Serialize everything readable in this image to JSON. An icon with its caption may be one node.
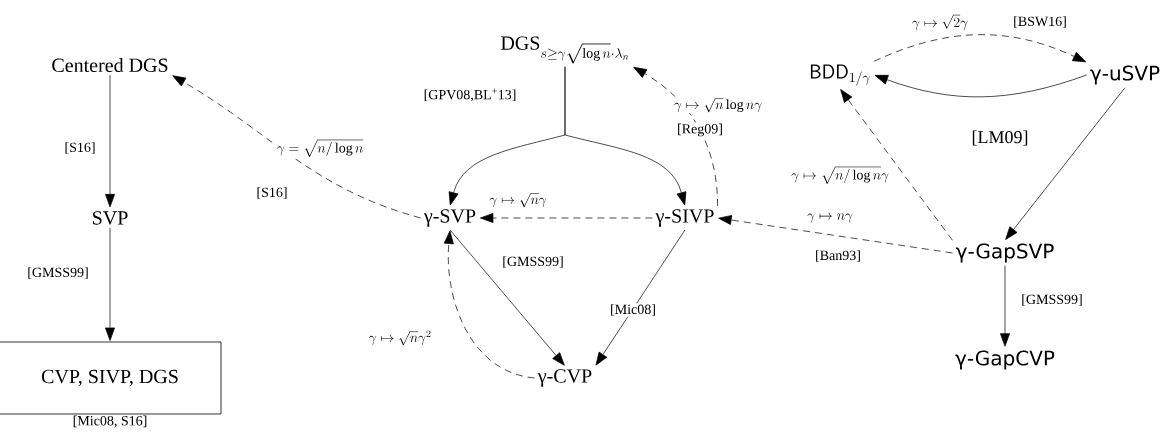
{
  "diagram": {
    "nodes": [
      {
        "text": [
          "Centered DGS"
        ]
      },
      {
        "text": [
          "SVP"
        ]
      },
      {
        "text": [
          "CVP, SIVP, DGS"
        ],
        "beside": [
          "[Mic08, S16]"
        ]
      },
      {
        "text": [
          "\\mathrm{DGS}_{s\\geq\\gamma\\sqrt{\\log n}\\cdot\\lambda_n}"
        ]
      },
      {
        "text": [
          "γ-SVP"
        ]
      },
      {
        "text": [
          "γ-SIVP"
        ]
      },
      {
        "text": [
          "γ-CVP"
        ]
      },
      {
        "text": [
          "\\mathsf{BDD}_{1/\\gamma}"
        ]
      },
      {
        "text": [
          "γ-uSVP"
        ]
      },
      {
        "text": [
          "γ-GapSVP"
        ]
      },
      {
        "text": [
          "γ-GapCVP"
        ]
      }
    ],
    "edges": [
      {
        "from": 0,
        "to": 1,
        "arrow": "to",
        "label": "[S16]"
      },
      {
        "from": 1,
        "to": 2,
        "arrow": "to",
        "label": "[GMSS99]"
      },
      {
        "from": 4,
        "to": 0,
        "arrow": "to",
        "style": "dashed",
        "label": "\\gamma=\\sqrt{n/\\log n}"
      },
      {
        "from": 3,
        "to": 4,
        "arrow": "to",
        "label": "[GPV08,BL$^{+}$13]"
      },
      {
        "from": 3,
        "to": 5,
        "arrow": "to"
      },
      {
        "from": 5,
        "to": 4,
        "arrow": "to",
        "style": "dashed",
        "label": "\\gamma\\mapsto\\sqrt{n}\\gamma"
      },
      {
        "from": 5,
        "to": 3,
        "arrow": "to",
        "style": "dashed",
        "label": "\\gamma\\mapsto\\sqrt{n}\\log n\\gamma"
      },
      {
        "from": 4,
        "to": 6,
        "arrow": "to",
        "label": "[GMSS99]"
      },
      {
        "from": 5,
        "to": 6,
        "arrow": "to",
        "label": "[Mic08]"
      },
      {
        "from": 6,
        "to": 4,
        "arrow": "to",
        "style": "dashed",
        "label": "\\gamma\\mapsto\\sqrt{n}\\gamma^2"
      },
      {
        "from": 7,
        "to": 8,
        "arrow": "to",
        "style": "dashed",
        "label": "\\gamma\\mapsto\\sqrt{2}\\gamma"
      },
      {
        "from": 8,
        "to": 7,
        "arrow": "to",
        "label": "[LM09]"
      },
      {
        "from": 8,
        "to": 9,
        "arrow": "to"
      },
      {
        "from": 9,
        "to": 7,
        "arrow": "to",
        "style": "dashed",
        "label": "\\gamma\\mapsto\\sqrt{n/\\log n}\\gamma"
      },
      {
        "from": 9,
        "to": 5,
        "arrow": "to",
        "style": "dashed",
        "label": "\\gamma\\mapsto n\\gamma"
      },
      {
        "from": 9,
        "to": 10,
        "arrow": "to",
        "label": "[GMSS99]"
      }
    ],
    "labels": [
      "[BSW16]",
      "[Reg09]",
      "[S16]",
      "[Ban93]"
    ]
  }
}
